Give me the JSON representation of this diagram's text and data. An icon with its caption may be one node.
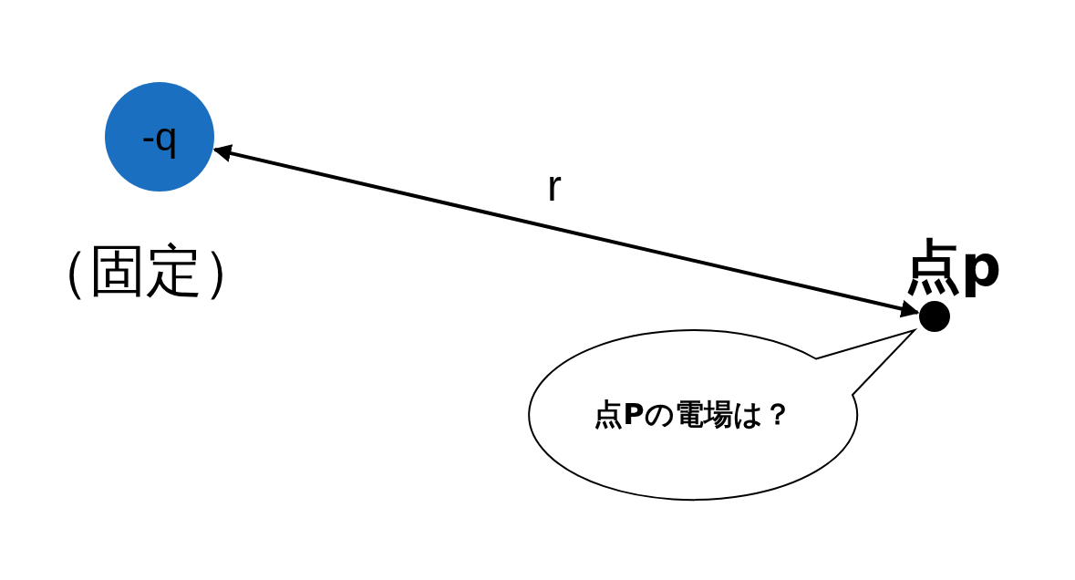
{
  "diagram": {
    "nodes": [
      {
        "text": [
          "-q"
        ],
        "beside": [
          "（固定）"
        ]
      },
      {
        "text": [],
        "shape": "circle",
        "beside": [
          "点p"
        ]
      },
      {
        "text": [
          "点Pの電場は？"
        ]
      }
    ],
    "edges": [
      {
        "from": 1,
        "to": 0,
        "arrow": "both",
        "label": "r"
      }
    ]
  }
}
